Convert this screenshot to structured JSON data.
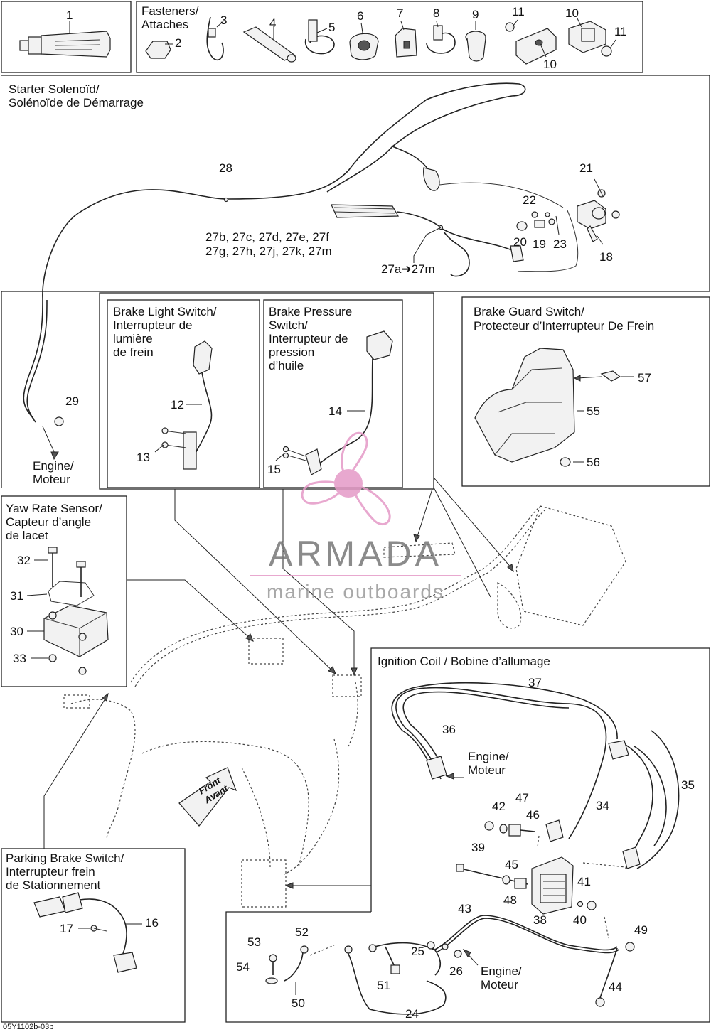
{
  "sections": {
    "fasteners": "Fasteners/\nAttaches",
    "starter": "Starter Solenoïd/\nSolénoïde de Démarrage",
    "brake_light": "Brake Light Switch/\nInterrupteur de\nlumière\nde frein",
    "brake_pressure": "Brake Pressure\nSwitch/\nInterrupteur de\npression\nd’huile",
    "brake_guard": "Brake Guard Switch/\nProtecteur d’Interrupteur De Frein",
    "yaw": "Yaw Rate Sensor/\nCapteur d’angle\nde lacet",
    "ignition": "Ignition Coil / Bobine d’allumage",
    "parking": "Parking Brake Switch/\nInterrupteur frein\nde Stationnement"
  },
  "labels": {
    "engine": "Engine/\nMoteur",
    "front": "Front\nAvant",
    "harness_b": "27b, 27c, 27d, 27e, 27f\n27g, 27h, 27j, 27k, 27m",
    "harness_a": "27a➔27m"
  },
  "parts": {
    "p1": "1",
    "p2": "2",
    "p3": "3",
    "p4": "4",
    "p5": "5",
    "p6": "6",
    "p7": "7",
    "p8": "8",
    "p9": "9",
    "p10": "10",
    "p11": "11",
    "p12": "12",
    "p13": "13",
    "p14": "14",
    "p15": "15",
    "p16": "16",
    "p17": "17",
    "p18": "18",
    "p19": "19",
    "p20": "20",
    "p21": "21",
    "p22": "22",
    "p23": "23",
    "p24": "24",
    "p25": "25",
    "p26": "26",
    "p28": "28",
    "p29": "29",
    "p30": "30",
    "p31": "31",
    "p32": "32",
    "p33": "33",
    "p34": "34",
    "p35": "35",
    "p36": "36",
    "p37": "37",
    "p38": "38",
    "p39": "39",
    "p40": "40",
    "p41": "41",
    "p42": "42",
    "p43": "43",
    "p44": "44",
    "p45": "45",
    "p46": "46",
    "p47": "47",
    "p48": "48",
    "p49": "49",
    "p50": "50",
    "p51": "51",
    "p52": "52",
    "p53": "53",
    "p54": "54",
    "p55": "55",
    "p56": "56",
    "p57": "57"
  },
  "watermark": {
    "brand": "ARMADA",
    "tagline": "marine outboards"
  },
  "drawing_code": "05Y1102b-03b",
  "colors": {
    "watermark_pink": "#e59ac7",
    "line": "#222222"
  }
}
